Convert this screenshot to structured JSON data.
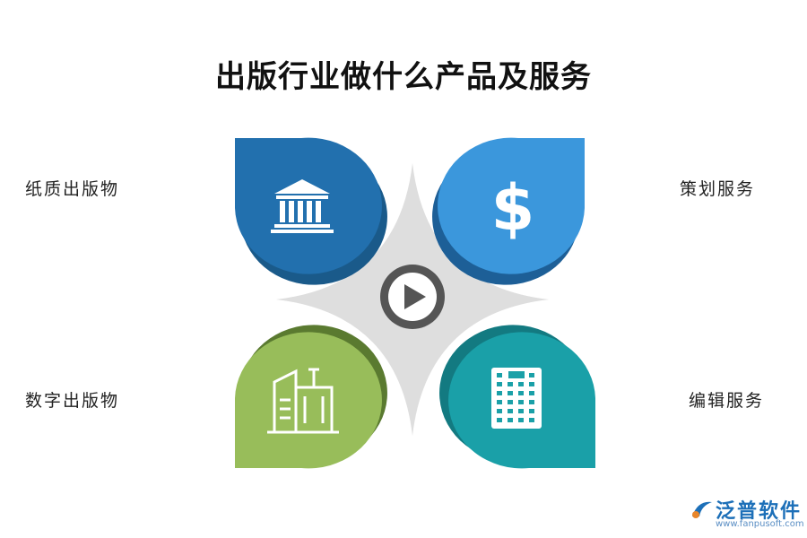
{
  "title": "出版行业做什么产品及服务",
  "items": [
    {
      "label": "纸质出版物",
      "icon": "bank-building-icon",
      "color": "#2270ae"
    },
    {
      "label": "策划服务",
      "icon": "dollar-sign-icon",
      "color": "#3b97dc"
    },
    {
      "label": "数字出版物",
      "icon": "city-buildings-icon",
      "color": "#98bd5a"
    },
    {
      "label": "编辑服务",
      "icon": "office-building-icon",
      "color": "#1aa0a8"
    }
  ],
  "center_icon": "play-button-icon",
  "watermark": {
    "name": "泛普软件",
    "url": "www.fanpusoft.com"
  }
}
